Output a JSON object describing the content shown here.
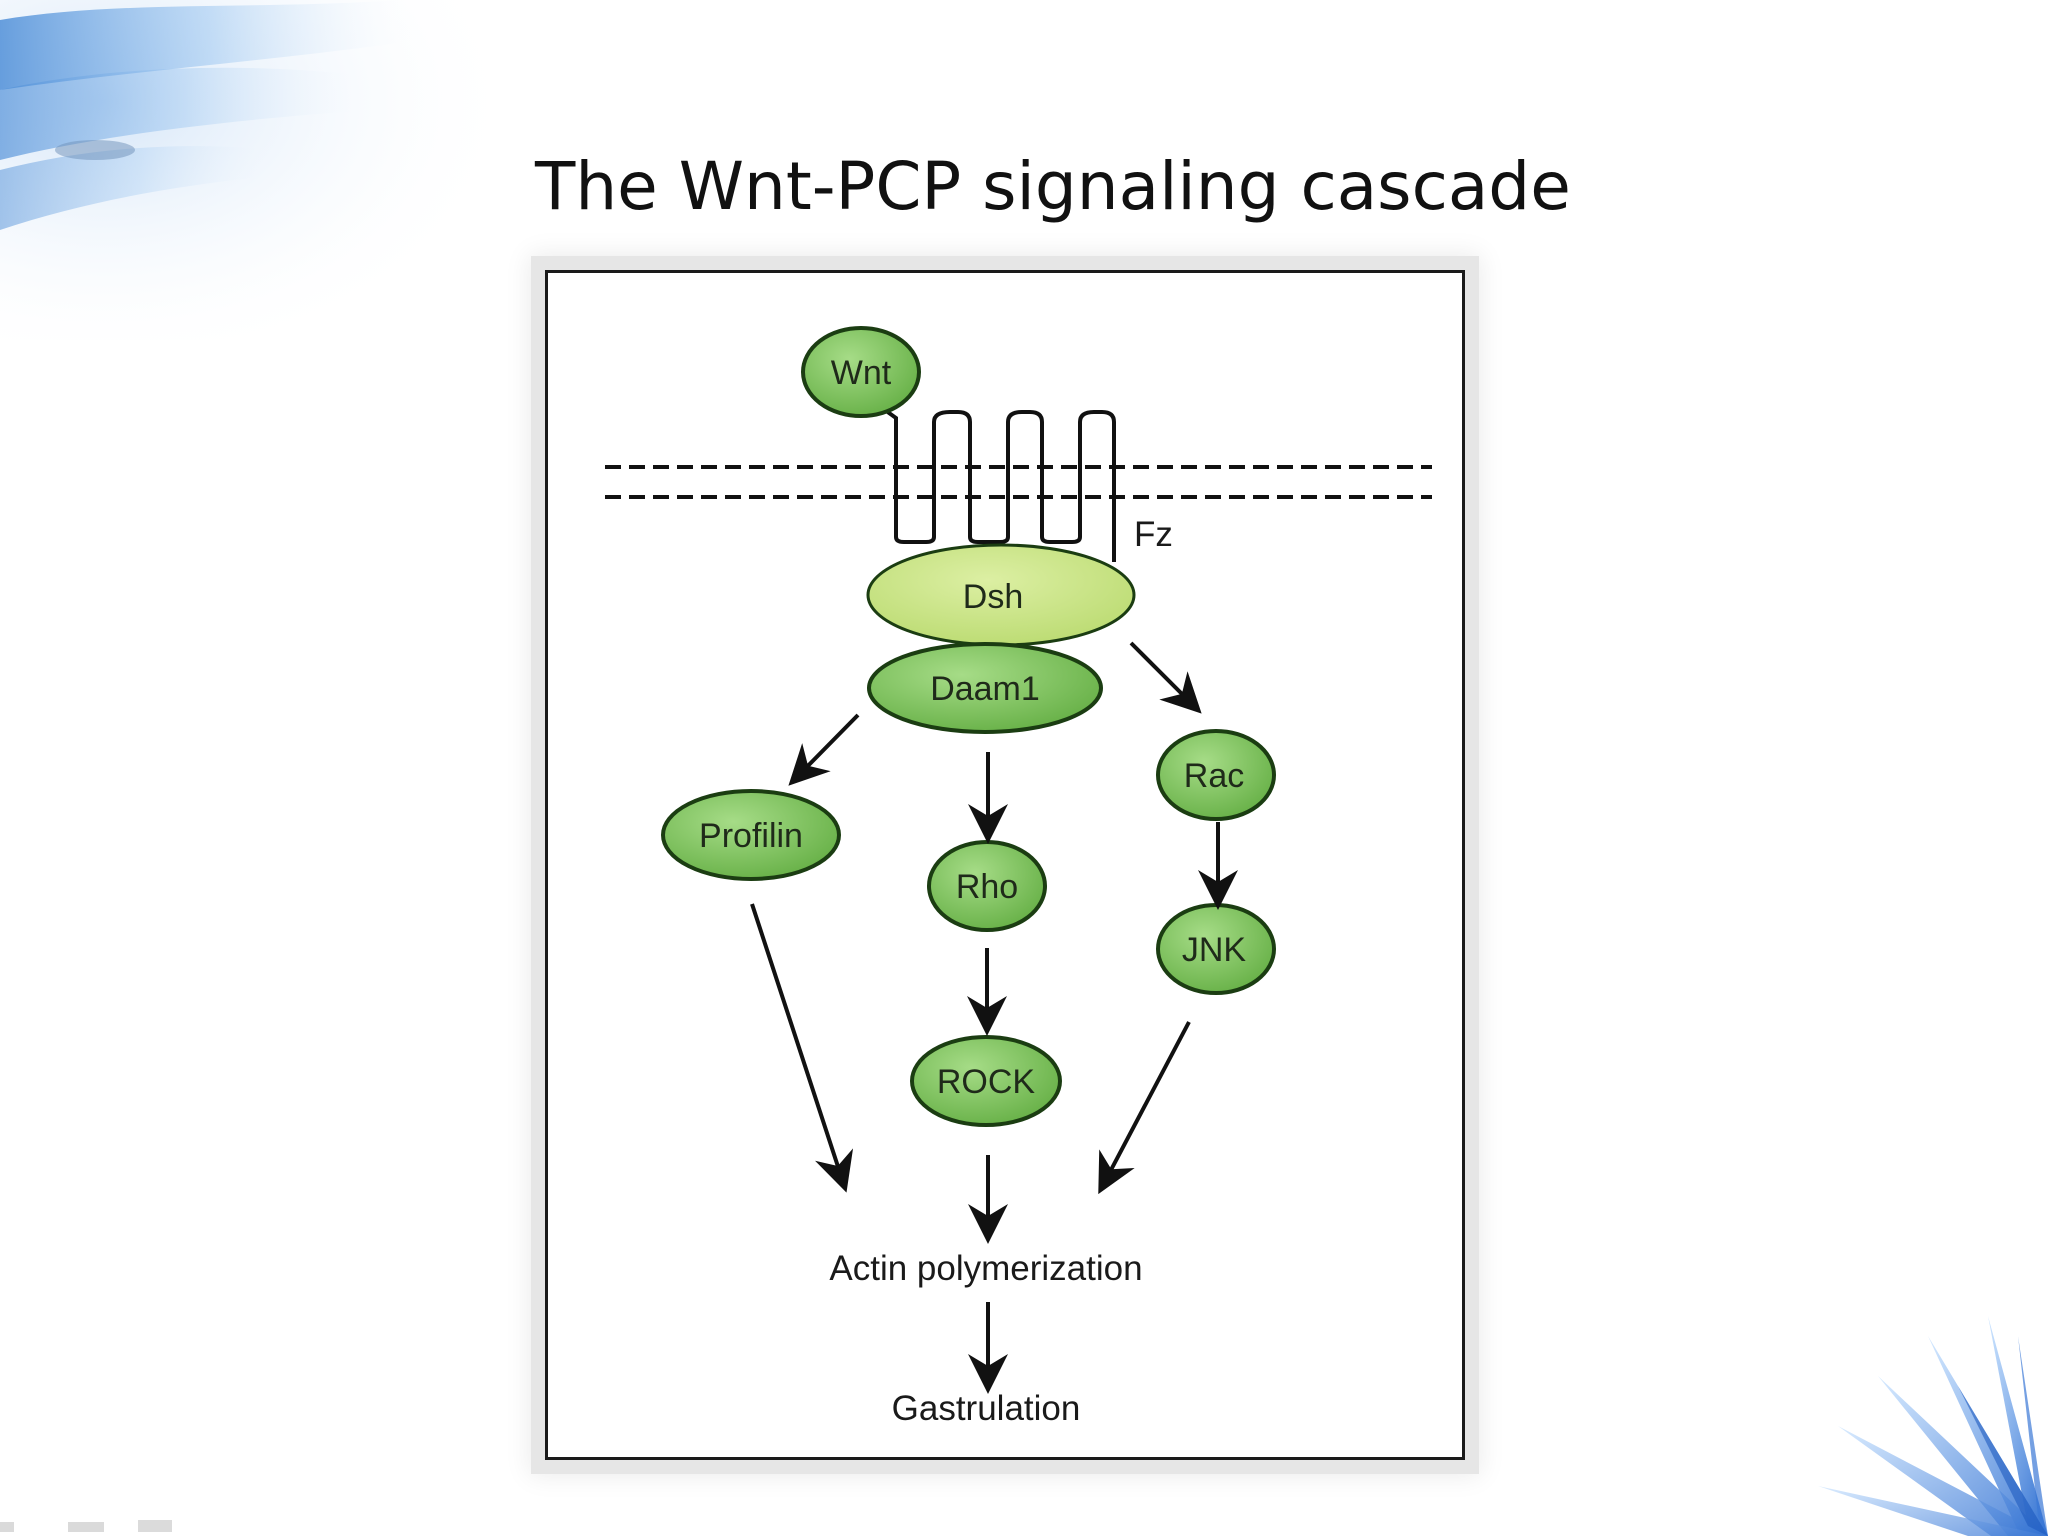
{
  "slide": {
    "title": "The Wnt-PCP signaling cascade"
  },
  "diagram": {
    "nodes": {
      "wnt": "Wnt",
      "fz": "Fz",
      "dsh": "Dsh",
      "daam1": "Daam1",
      "profilin": "Profilin",
      "rho": "Rho",
      "rock": "ROCK",
      "rac": "Rac",
      "jnk": "JNK",
      "actin": "Actin polymerization",
      "gastrulation": "Gastrulation"
    },
    "edges": [
      [
        "Daam1",
        "Profilin"
      ],
      [
        "Daam1",
        "Rho"
      ],
      [
        "Rho",
        "ROCK"
      ],
      [
        "Dsh",
        "Rac"
      ],
      [
        "Rac",
        "JNK"
      ],
      [
        "Profilin",
        "Actin polymerization"
      ],
      [
        "ROCK",
        "Actin polymerization"
      ],
      [
        "JNK",
        "Actin polymerization"
      ],
      [
        "Actin polymerization",
        "Gastrulation"
      ]
    ]
  },
  "colors": {
    "node_fill": "#7cc35c",
    "dsh_fill": "#c5e07e",
    "node_stroke": "#1b3d12",
    "title": "#111111"
  }
}
